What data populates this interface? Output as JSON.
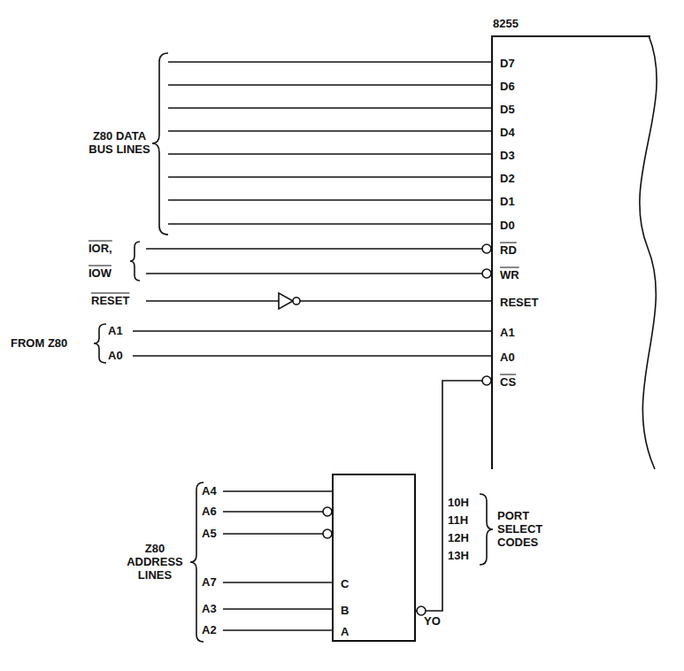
{
  "diagram": {
    "nodes": [
      {
        "text": [
          "8255",
          "D7",
          "D6",
          "D5",
          "D4",
          "D3",
          "D2",
          "D1",
          "D0",
          "RD",
          "WR",
          "RESET",
          "A1",
          "A0",
          "CS"
        ]
      },
      {
        "text": [
          "C",
          "B",
          "A"
        ]
      }
    ],
    "edges": [
      {
        "from": 1,
        "to": 0,
        "arrow": "none",
        "label": "YO"
      }
    ],
    "labels": [
      "Z80 DATA BUS LINES",
      "IOR,",
      "IOW",
      "RESET",
      "FROM Z80",
      "A1",
      "A0",
      "10H",
      "11H",
      "12H",
      "13H",
      "PORT SELECT CODES",
      "Z80 ADDRESS LINES",
      "A4",
      "A6",
      "A5",
      "A7",
      "A3",
      "A2"
    ]
  }
}
